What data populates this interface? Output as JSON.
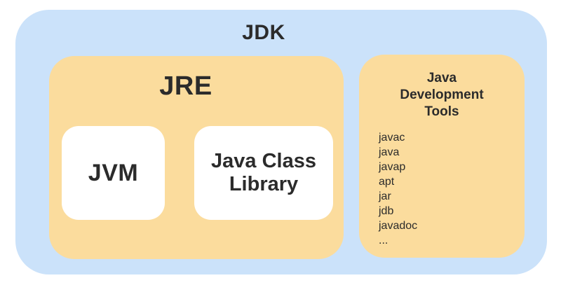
{
  "jdk": {
    "label": "JDK",
    "jre": {
      "label": "JRE",
      "jvm": {
        "label": "JVM"
      },
      "class_library": {
        "label": "Java Class Library",
        "label_lines": [
          "Java Class",
          "Library"
        ]
      }
    },
    "tools": {
      "title": "Java Development Tools",
      "title_lines": [
        "Java",
        "Development",
        "Tools"
      ],
      "items": [
        "javac",
        "java",
        "javap",
        "apt",
        "jar",
        "jdb",
        "javadoc",
        "..."
      ]
    },
    "colors": {
      "outer_blue": "#cbe2fa",
      "panel_amber": "#fbdc9d",
      "box_white": "#ffffff",
      "text": "#2b2b2b"
    }
  }
}
